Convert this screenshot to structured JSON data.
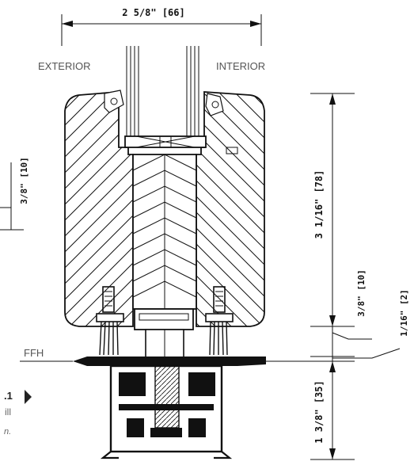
{
  "labels": {
    "exterior": "EXTERIOR",
    "interior": "INTERIOR",
    "ffh": "FFH"
  },
  "dimensions": {
    "top_width": "2 5/8\" [66]",
    "left_height": "3/8\" [10]",
    "right_total": "3 1/16\" [78]",
    "right_small": "3/8\" [10]",
    "right_tiny": "1/16\" [2]",
    "right_bottom": "1 3/8\" [35]"
  },
  "caption": {
    "number": ".1",
    "line1": "ill",
    "line2": "n."
  },
  "colors": {
    "line": "#111111",
    "label": "#555555"
  }
}
